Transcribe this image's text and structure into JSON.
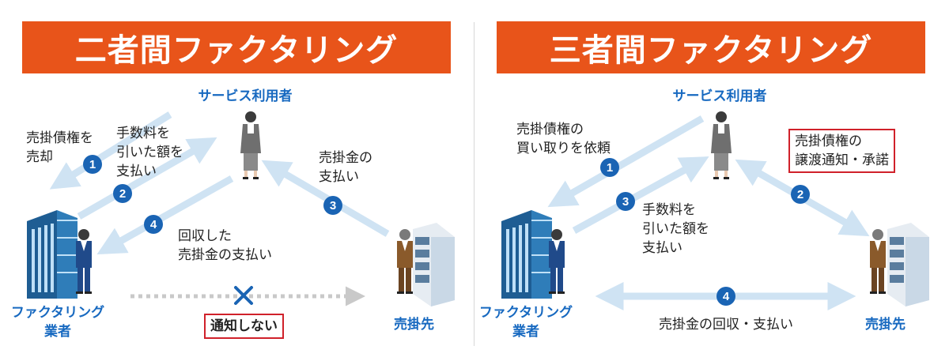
{
  "colors": {
    "title_bg": "#e8541a",
    "arrow": "#cfe3f3",
    "badge": "#1a64b4",
    "label_blue": "#1769c0",
    "highlight_border": "#d0212a",
    "x_mark": "#1a64b4"
  },
  "left": {
    "title": "二者間ファクタリング",
    "service_user": "サービス利用者",
    "factoring_company_line1": "ファクタリング",
    "factoring_company_line2": "業者",
    "customer": "売掛先",
    "step1_label_line1": "売掛債権を",
    "step1_label_line2": "売却",
    "step2_label_line1": "手数料を",
    "step2_label_line2": "引いた額を",
    "step2_label_line3": "支払い",
    "step3_label_line1": "売掛金の",
    "step3_label_line2": "支払い",
    "step4_label_line1": "回収した",
    "step4_label_line2": "売掛金の支払い",
    "no_notice": "通知しない",
    "badges": [
      "1",
      "2",
      "3",
      "4"
    ]
  },
  "right": {
    "title": "三者間ファクタリング",
    "service_user": "サービス利用者",
    "factoring_company_line1": "ファクタリング",
    "factoring_company_line2": "業者",
    "customer": "売掛先",
    "step1_label_line1": "売掛債権の",
    "step1_label_line2": "買い取りを依頼",
    "step2_label_line1": "売掛債権の",
    "step2_label_line2": "譲渡通知・承諾",
    "step3_label_line1": "手数料を",
    "step3_label_line2": "引いた額を",
    "step3_label_line3": "支払い",
    "step4_label": "売掛金の回収・支払い",
    "badges": [
      "1",
      "2",
      "3",
      "4"
    ]
  }
}
